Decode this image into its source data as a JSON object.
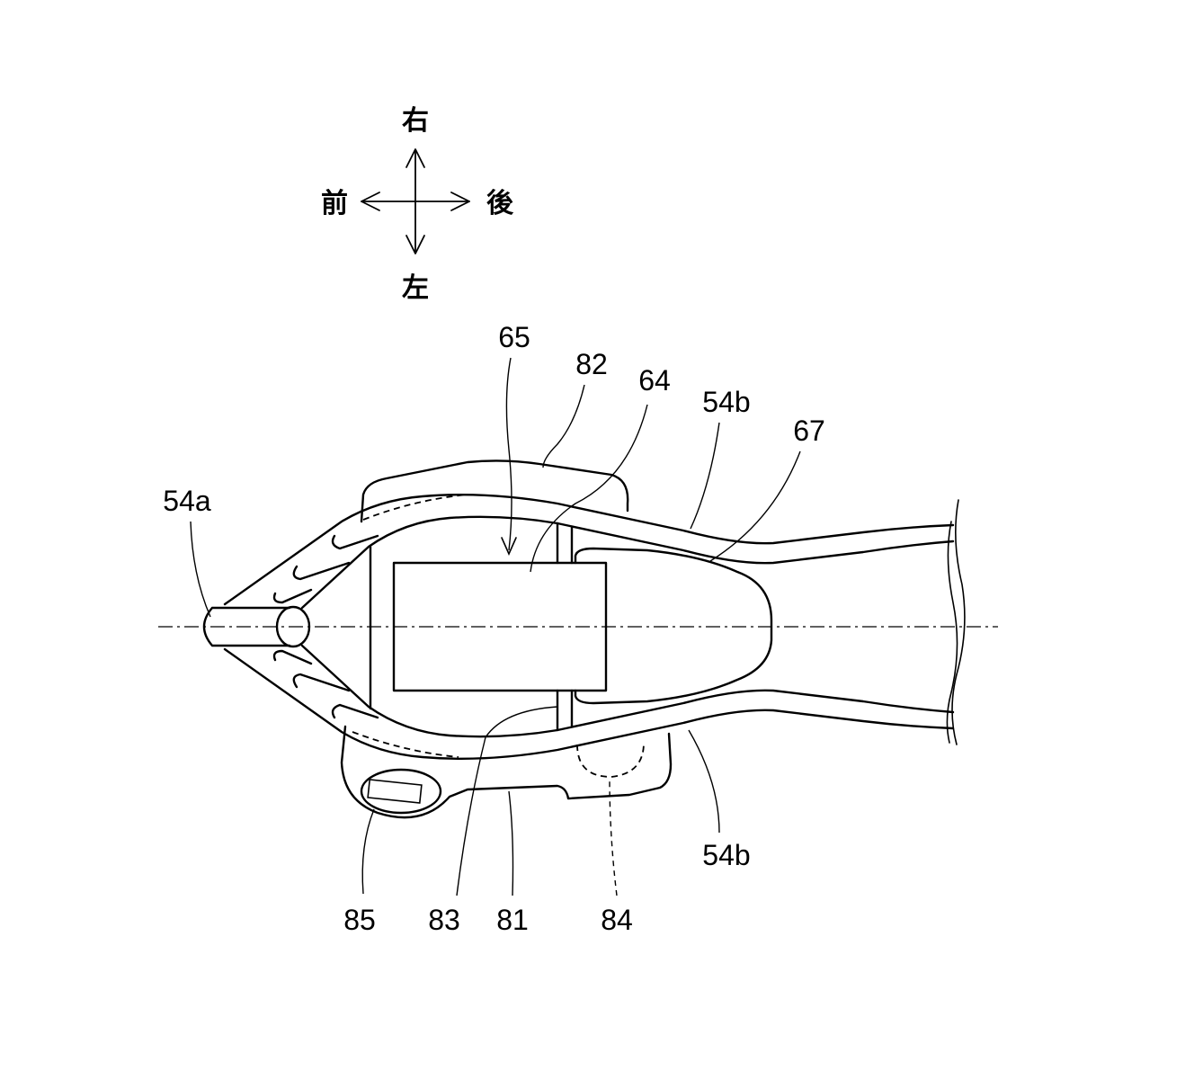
{
  "directions": {
    "right": "右",
    "left": "左",
    "front": "前",
    "rear": "後"
  },
  "labels": {
    "l65": "65",
    "l82": "82",
    "l64": "64",
    "l54b_top": "54b",
    "l67": "67",
    "l54a": "54a",
    "l54b_bottom": "54b",
    "l85": "85",
    "l83": "83",
    "l81": "81",
    "l84": "84"
  }
}
